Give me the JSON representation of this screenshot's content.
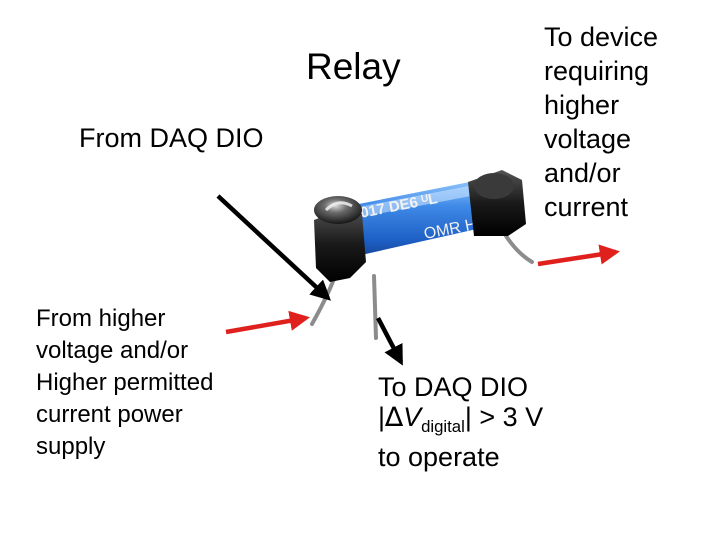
{
  "title": "Relay",
  "from_daq_dio": "From DAQ DIO",
  "to_device": [
    "To device",
    "requiring",
    "higher",
    "voltage",
    "and/or",
    "current"
  ],
  "from_higher": [
    "From higher",
    "voltage and/or",
    "Higher permitted",
    "current power",
    "supply"
  ],
  "to_daq_dio": {
    "line1": "To DAQ DIO",
    "line2_bar_open": "|",
    "line2_delta": "∆",
    "line2_V": "V",
    "line2_sub": "digital",
    "line2_rest": "| > 3 V",
    "line3": "to operate"
  },
  "relay_body_text": [
    "25017 DE6 ᵁL",
    "OMR H"
  ],
  "colors": {
    "black_arrow": "#000000",
    "red_arrow": "#e0201c",
    "relay_blue": "#2a6fd6",
    "relay_body_dark": "#111111"
  }
}
